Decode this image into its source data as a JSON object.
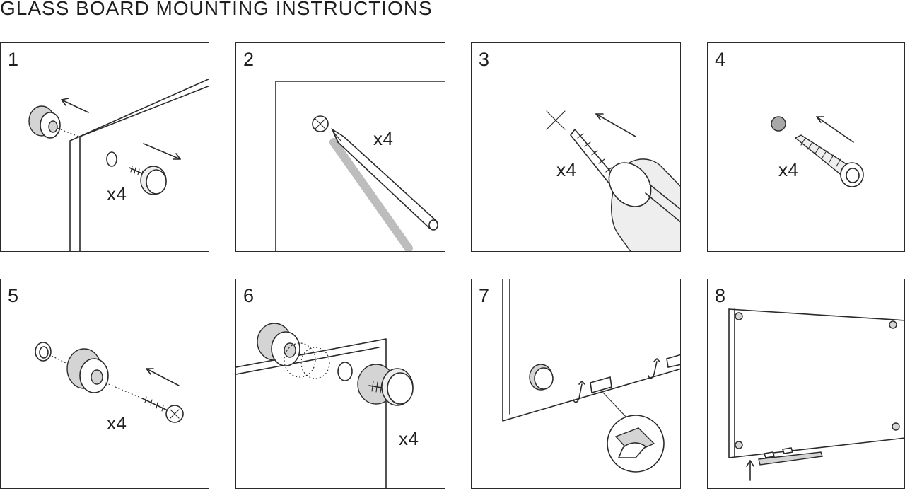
{
  "document": {
    "title": "GLASS BOARD MOUNTING INSTRUCTIONS"
  },
  "steps": [
    {
      "number": "1",
      "quantity": "x4",
      "icon": "disassemble-standoff-icon"
    },
    {
      "number": "2",
      "quantity": "x4",
      "icon": "mark-wall-pencil-icon"
    },
    {
      "number": "3",
      "quantity": "x4",
      "icon": "drill-hole-icon"
    },
    {
      "number": "4",
      "quantity": "x4",
      "icon": "insert-anchor-icon"
    },
    {
      "number": "5",
      "quantity": "x4",
      "icon": "screw-base-to-wall-icon"
    },
    {
      "number": "6",
      "quantity": "x4",
      "icon": "attach-glass-cap-icon"
    },
    {
      "number": "7",
      "quantity": "",
      "icon": "tray-adhesive-icon"
    },
    {
      "number": "8",
      "quantity": "",
      "icon": "finished-board-icon"
    }
  ]
}
